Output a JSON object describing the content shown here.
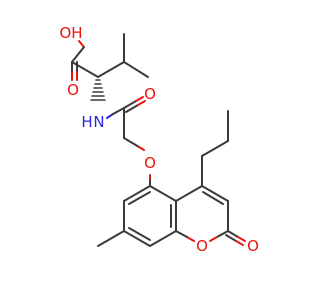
{
  "atoms": {
    "hydroxyl_label": "OH",
    "acid_carbonyl_label": "O",
    "amide_nh_label": "N",
    "amide_h_label": "H",
    "amide_carbonyl_label": "O",
    "ether_label": "O",
    "ring_oxygen_label": "O",
    "lactone_carbonyl_label": "O"
  },
  "colors": {
    "bond": "#3a3a3a",
    "oxygen": "#e8150f",
    "nitrogen": "#2a2ad8",
    "background": "#ffffff"
  }
}
